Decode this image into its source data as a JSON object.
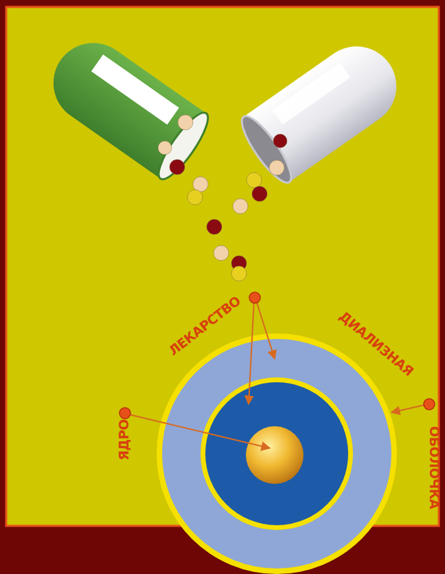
{
  "diagram": {
    "labels": [
      "ЛЕКАРСТВО",
      "ДИАЛИЗНАЯ",
      "ОБОЛОЧКА",
      "ЯДРО"
    ]
  }
}
